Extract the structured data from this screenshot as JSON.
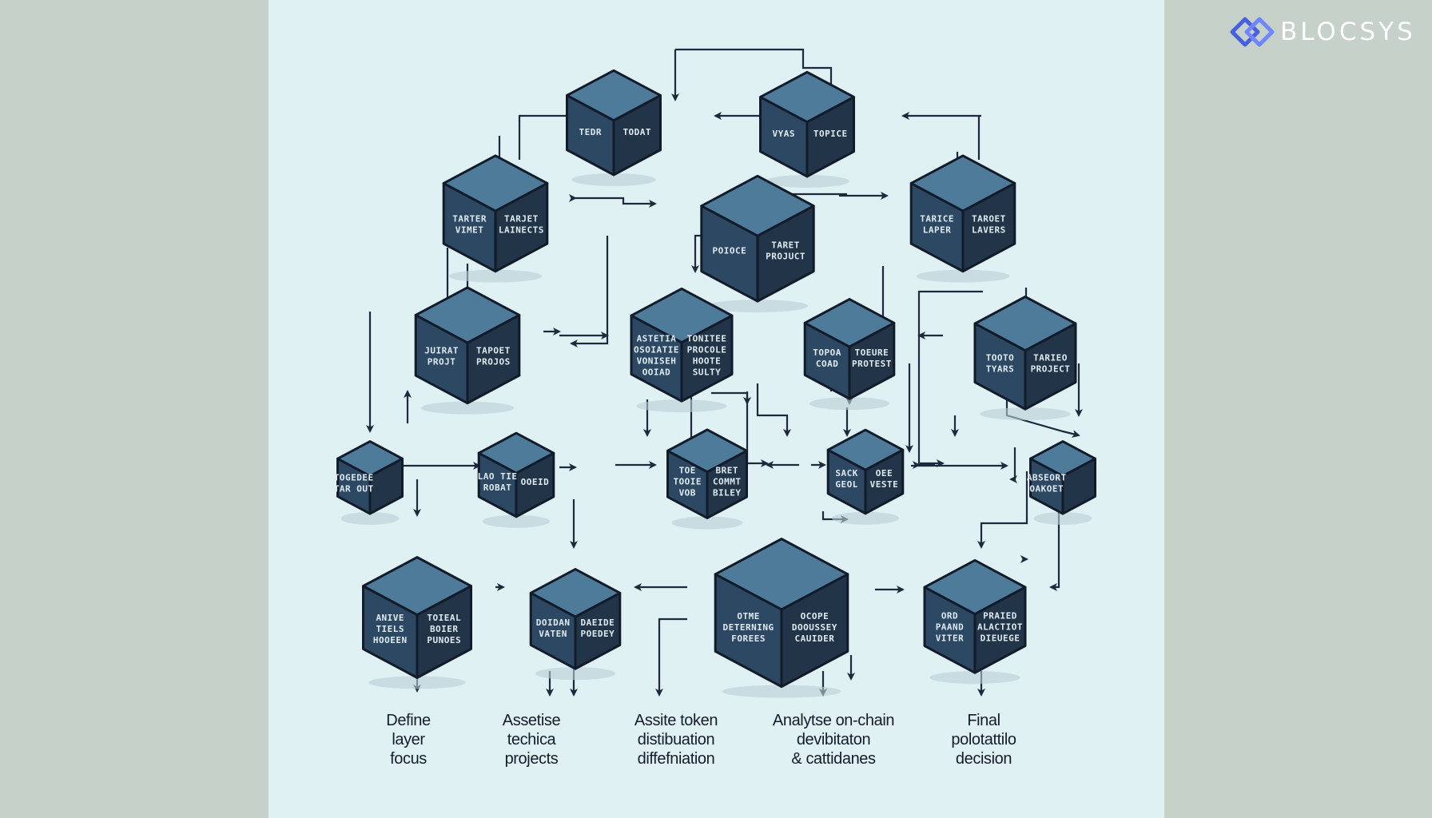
{
  "brand": {
    "name": "BLOCSYS",
    "icon": "diamond-logo-icon",
    "color": "#4a5fe0"
  },
  "colors": {
    "background": "#e0f1f4",
    "cube_top": "#4f7b9a",
    "cube_front": "#2c4863",
    "cube_side": "#223448",
    "line": "#1d2a3d"
  },
  "nodes": [
    {
      "id": "n1",
      "left": "TEDR",
      "right": "TODAT"
    },
    {
      "id": "n2",
      "left": "VYAS",
      "right": "TOPICE"
    },
    {
      "id": "n3",
      "left": "TARTER VIMET",
      "right": "TARJET LAINECTS"
    },
    {
      "id": "n4",
      "left": "POIOCE",
      "right": "TARET PROJUCT"
    },
    {
      "id": "n5",
      "left": "TARICE LAPER",
      "right": "TAROET LAVERS"
    },
    {
      "id": "n6",
      "left": "JUIRAT PROJT",
      "right": "TAPOET PROJOS"
    },
    {
      "id": "n7",
      "left": "ASTETIA OSOIATIE VONISEH OOIAD",
      "right": "TONITEE PROCOLE HOOTE SULTY"
    },
    {
      "id": "n8",
      "left": "TOPOA COAD",
      "right": "TOEURE PROTEST"
    },
    {
      "id": "n9",
      "left": "TOOTO TYARS",
      "right": "TARIEO PROJECT"
    },
    {
      "id": "n10",
      "left": "TOGEDEE TAR OUT",
      "right": ""
    },
    {
      "id": "n11",
      "left": "LAO TIE ROBAT",
      "right": "OOEID"
    },
    {
      "id": "n12",
      "left": "TOE TOOIE VOB",
      "right": "BRET COMMT BILEY"
    },
    {
      "id": "n13",
      "left": "SACK GEOL",
      "right": "OEE VESTE"
    },
    {
      "id": "n14",
      "left": "ABSEORT OAKOET",
      "right": ""
    },
    {
      "id": "n15",
      "left": "ANIVE TIELS HOOEEN",
      "right": "TOIEAL BOIER PUNOES"
    },
    {
      "id": "n16",
      "left": "DOIDAN VATEN",
      "right": "DAEIDE POEDEY"
    },
    {
      "id": "n17",
      "left": "OTME DETERNING FOREES",
      "right": "OCOPE DOOUSSEY CAUIDER"
    },
    {
      "id": "n18",
      "left": "ORD PAAND VITER",
      "right": "PRAIED ALACTIOT DIEUEGE"
    }
  ],
  "captions": [
    {
      "id": "c1",
      "text": "Define\nlayer\nfocus"
    },
    {
      "id": "c2",
      "text": "Assetise\ntechica\nprojects"
    },
    {
      "id": "c3",
      "text": "Assite token\ndistibuation\ndiffefniation"
    },
    {
      "id": "c4",
      "text": "Analytse on-chain\ndevibitaton\n& cattidanes"
    },
    {
      "id": "c5",
      "text": "Final\npolotattilo\ndecision"
    }
  ]
}
